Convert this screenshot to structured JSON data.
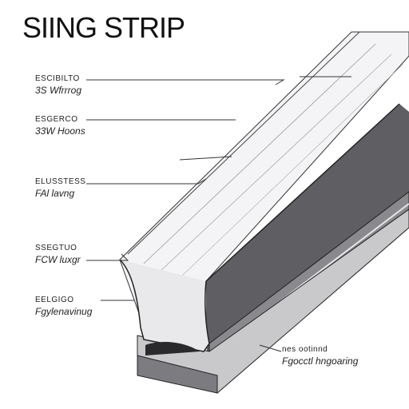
{
  "title": "SIING STRIP",
  "labels": [
    {
      "line1": "ESCIBILTO",
      "line2": "3S Wfrrrog"
    },
    {
      "line1": "ESGERCO",
      "line2": "33W Hoons"
    },
    {
      "line1": "ELUSSTESS",
      "line2": "FAl lavng"
    },
    {
      "line1": "SSEGTUO",
      "line2": "FCW luxgr"
    },
    {
      "line1": "EELGIGO",
      "line2": "Fgylenavinug"
    },
    {
      "line1": "nes ootinnd",
      "line2": "Fgocctl hngoaring"
    }
  ],
  "colors": {
    "profile_dark": "#5f5f63",
    "profile_mid": "#8a8a8e",
    "profile_light": "#c9c9cc",
    "line": "#333333"
  }
}
